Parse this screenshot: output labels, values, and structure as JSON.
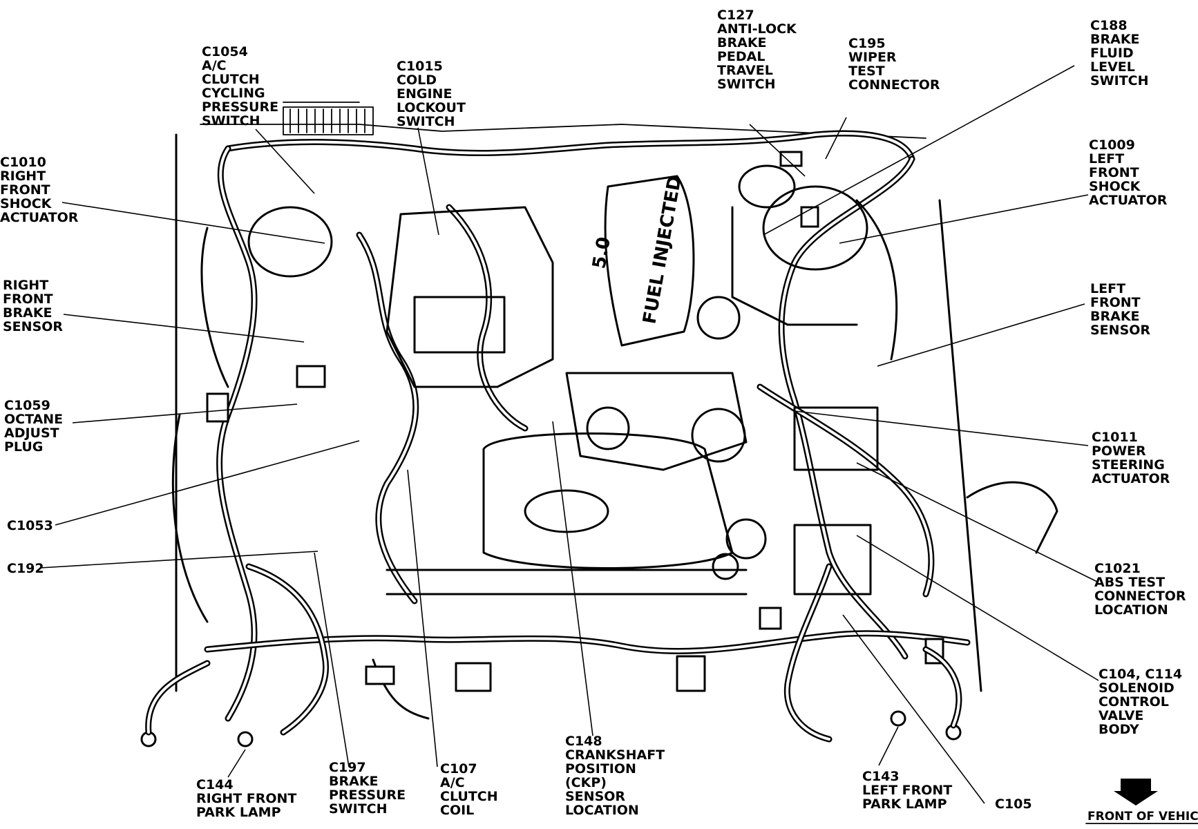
{
  "labels": {
    "c1054": [
      "C1054",
      "A/C",
      "CLUTCH",
      "CYCLING",
      "PRESSURE",
      "SWITCH"
    ],
    "c1015": [
      "C1015",
      "COLD",
      "ENGINE",
      "LOCKOUT",
      "SWITCH"
    ],
    "c127": [
      "C127",
      "ANTI-LOCK",
      "BRAKE",
      "PEDAL",
      "TRAVEL",
      "SWITCH"
    ],
    "c195": [
      "C195",
      "WIPER",
      "TEST",
      "CONNECTOR"
    ],
    "c188": [
      "C188",
      "BRAKE",
      "FLUID",
      "LEVEL",
      "SWITCH"
    ],
    "c1010": [
      "C1010",
      "RIGHT",
      "FRONT",
      "SHOCK",
      "ACTUATOR"
    ],
    "c1009": [
      "C1009",
      "LEFT",
      "FRONT",
      "SHOCK",
      "ACTUATOR"
    ],
    "right_front_brake_sensor": [
      "RIGHT",
      "FRONT",
      "BRAKE",
      "SENSOR"
    ],
    "left_front_brake_sensor": [
      "LEFT",
      "FRONT",
      "BRAKE",
      "SENSOR"
    ],
    "c1059": [
      "C1059",
      "OCTANE",
      "ADJUST",
      "PLUG"
    ],
    "c1011": [
      "C1011",
      "POWER",
      "STEERING",
      "ACTUATOR"
    ],
    "c1053": [
      "C1053"
    ],
    "c192": [
      "C192"
    ],
    "c1021": [
      "C1021",
      "ABS TEST",
      "CONNECTOR",
      "LOCATION"
    ],
    "c104_c114": [
      "C104, C114",
      "SOLENOID",
      "CONTROL",
      "VALVE",
      "BODY"
    ],
    "c148": [
      "C148",
      "CRANKSHAFT",
      "POSITION",
      "(CKP)",
      "SENSOR",
      "LOCATION"
    ],
    "c144": [
      "C144",
      "RIGHT  FRONT",
      "PARK  LAMP"
    ],
    "c197": [
      "C197",
      "BRAKE",
      "PRESSURE",
      "SWITCH"
    ],
    "c107": [
      "C107",
      "A/C",
      "CLUTCH",
      "COIL"
    ],
    "c143": [
      "C143",
      "LEFT  FRONT",
      "PARK  LAMP"
    ],
    "c105": [
      "C105"
    ]
  },
  "front_of_vehicle": "FRONT OF VEHICLE",
  "engine_emblem": "FUEL INJECTED",
  "engine_size": "5.0"
}
